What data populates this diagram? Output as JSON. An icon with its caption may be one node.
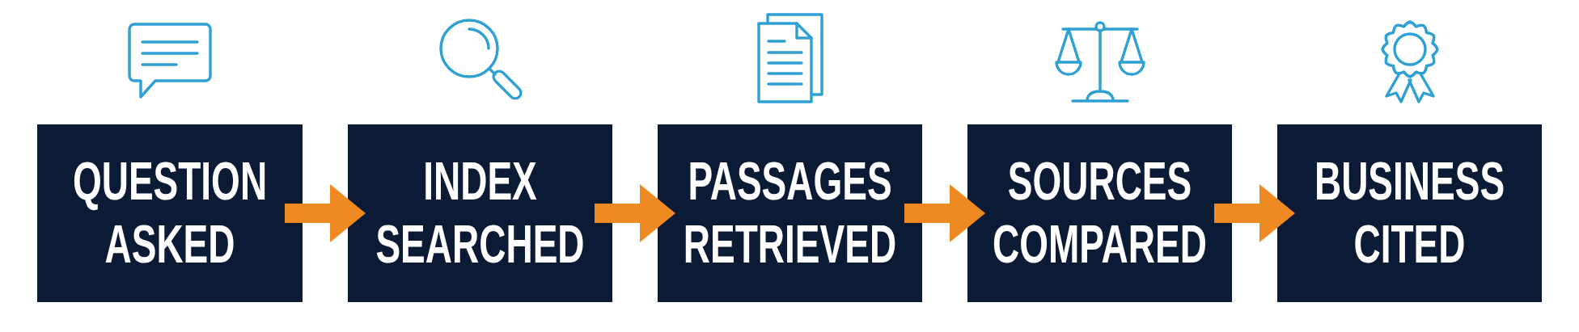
{
  "diagram": {
    "nodes": [
      {
        "text": [
          "QUESTION ASKED"
        ]
      },
      {
        "text": [
          "INDEX SEARCHED"
        ]
      },
      {
        "text": [
          "PASSAGES RETRIEVED"
        ]
      },
      {
        "text": [
          "SOURCES COMPARED"
        ]
      },
      {
        "text": [
          "BUSINESS CITED"
        ]
      }
    ],
    "edges": [
      {
        "from": 0,
        "to": 1,
        "arrow": "to"
      },
      {
        "from": 1,
        "to": 2,
        "arrow": "to"
      },
      {
        "from": 2,
        "to": 3,
        "arrow": "to"
      },
      {
        "from": 3,
        "to": 4,
        "arrow": "to"
      }
    ]
  }
}
